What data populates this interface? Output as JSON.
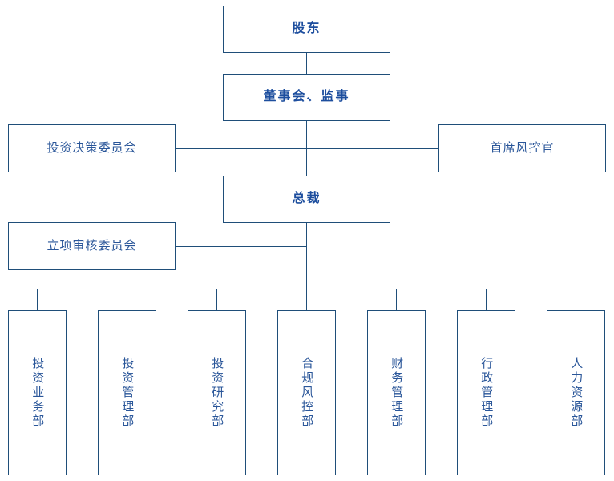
{
  "diagram": {
    "type": "organization-chart",
    "title": "",
    "colors": {
      "border": "#1f4e79",
      "primary_text": "#1d4e9e",
      "secondary_text": "#2a5699",
      "background": "#ffffff"
    }
  },
  "main_chain": [
    {
      "id": "shareholders",
      "label": "股东",
      "emphasis": "bold"
    },
    {
      "id": "board",
      "label": "董事会、监事",
      "emphasis": "bold"
    },
    {
      "id": "president",
      "label": "总裁",
      "emphasis": "bold"
    }
  ],
  "side_nodes": [
    {
      "id": "investment-decision-committee",
      "label": "投资决策委员会",
      "side": "left",
      "attached_to": "board-president-link"
    },
    {
      "id": "chief-risk-officer",
      "label": "首席风控官",
      "side": "right",
      "attached_to": "board-president-link"
    },
    {
      "id": "project-review-committee",
      "label": "立项审核委员会",
      "side": "left",
      "attached_to": "president-departments-link"
    }
  ],
  "departments": [
    {
      "id": "investment-business",
      "label": "投资业务部"
    },
    {
      "id": "investment-management",
      "label": "投资管理部"
    },
    {
      "id": "investment-research",
      "label": "投资研究部"
    },
    {
      "id": "compliance-risk-control",
      "label": "合规风控部"
    },
    {
      "id": "financial-management",
      "label": "财务管理部"
    },
    {
      "id": "administrative-management",
      "label": "行政管理部"
    },
    {
      "id": "human-resources",
      "label": "人力资源部"
    }
  ]
}
